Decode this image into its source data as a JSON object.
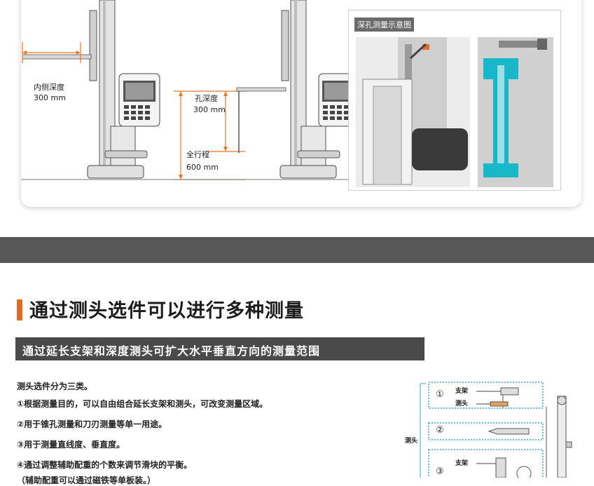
{
  "top_figure": {
    "left_label_line1": "内侧深度",
    "left_label_line2": "300 mm",
    "hole_label_line1": "孔深度",
    "hole_label_line2": "300 mm",
    "travel_label_line1": "全行程",
    "travel_label_line2": "600 mm",
    "panel_label": "深孔测量示意图"
  },
  "section": {
    "title": "通过测头选件可以进行多种测量",
    "subtitle": "通过延长支架和深度测头可扩大水平垂直方向的测量范围",
    "lines": [
      "测头选件分为三类。",
      "①根据测量目的，可以自由组合延长支架和测头，可改变测量区域。",
      "②用于锥孔测量和刀刃测量等单一用途。",
      "③用于测量直线度、垂直度。",
      "④通过调整辅助配重的个数来调节滑块的平衡。",
      "（辅助配重可以通过磁铁等单板装。）"
    ]
  },
  "diagram": {
    "side_label": "测头",
    "n1": "①",
    "n2": "②",
    "n3": "③",
    "bracket_label": "支架",
    "probe_label": "测头",
    "bracket_label_3": "支架"
  },
  "colors": {
    "accent_orange": "#e06a22",
    "dim_line": "#e8782a",
    "dark_band": "#585858",
    "subtitle_bar": "#4a4a4a",
    "diagram_box": "#3da0d0",
    "cyan": "#19b8c8"
  }
}
